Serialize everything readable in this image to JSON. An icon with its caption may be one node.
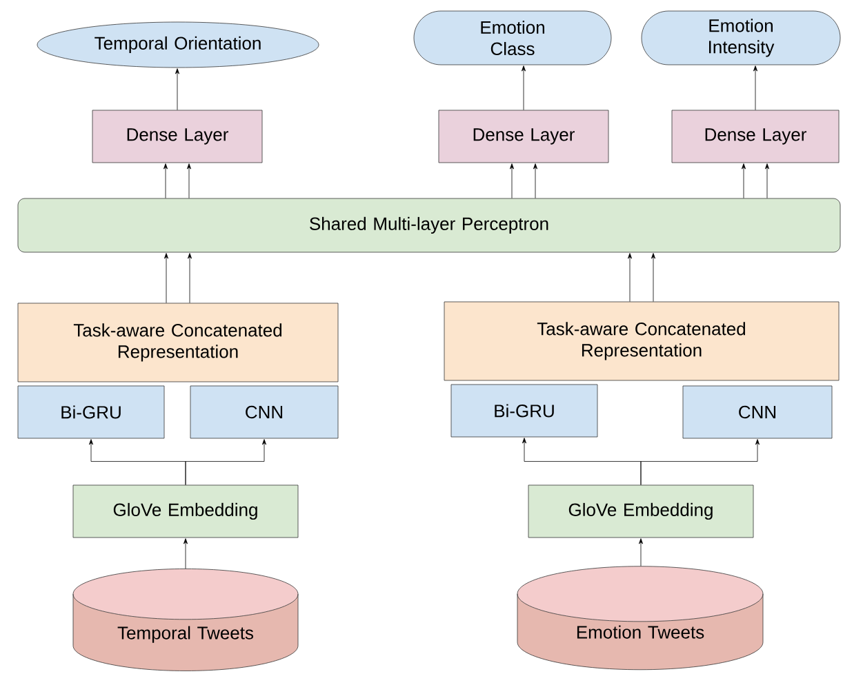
{
  "diagram": {
    "nodes": [
      {
        "text": [
          "Temporal Orientation"
        ]
      },
      {
        "text": [
          "Emotion Class"
        ]
      },
      {
        "text": [
          "Emotion Intensity"
        ]
      },
      {
        "text": [
          "Dense Layer"
        ]
      },
      {
        "text": [
          "Dense Layer"
        ]
      },
      {
        "text": [
          "Dense Layer"
        ]
      },
      {
        "text": [
          "Shared Multi-layer Perceptron"
        ]
      },
      {
        "text": [
          "Task-aware Concatenated Representation"
        ]
      },
      {
        "text": [
          "Bi-GRU"
        ]
      },
      {
        "text": [
          "CNN"
        ]
      },
      {
        "text": [
          "Task-aware Concatenated Representation"
        ]
      },
      {
        "text": [
          "Bi-GRU"
        ]
      },
      {
        "text": [
          "CNN"
        ]
      },
      {
        "text": [
          "GloVe Embedding"
        ]
      },
      {
        "text": [
          "GloVe Embedding"
        ]
      },
      {
        "text": [
          "Temporal Tweets"
        ]
      },
      {
        "text": [
          "Emotion Tweets"
        ]
      }
    ],
    "edges": [
      {
        "from": 15,
        "to": 13,
        "arrow": "to"
      },
      {
        "from": 16,
        "to": 14,
        "arrow": "to"
      },
      {
        "from": 13,
        "to": 8,
        "arrow": "to"
      },
      {
        "from": 13,
        "to": 9,
        "arrow": "to"
      },
      {
        "from": 14,
        "to": 11,
        "arrow": "to"
      },
      {
        "from": 14,
        "to": 12,
        "arrow": "to"
      },
      {
        "from": 7,
        "to": 6,
        "arrow": "to"
      },
      {
        "from": 7,
        "to": 6,
        "arrow": "to"
      },
      {
        "from": 10,
        "to": 6,
        "arrow": "to"
      },
      {
        "from": 10,
        "to": 6,
        "arrow": "to"
      },
      {
        "from": 6,
        "to": 3,
        "arrow": "to"
      },
      {
        "from": 6,
        "to": 3,
        "arrow": "to"
      },
      {
        "from": 6,
        "to": 4,
        "arrow": "to"
      },
      {
        "from": 6,
        "to": 4,
        "arrow": "to"
      },
      {
        "from": 6,
        "to": 5,
        "arrow": "to"
      },
      {
        "from": 6,
        "to": 5,
        "arrow": "to"
      },
      {
        "from": 3,
        "to": 0,
        "arrow": "to"
      },
      {
        "from": 4,
        "to": 1,
        "arrow": "to"
      },
      {
        "from": 5,
        "to": 2,
        "arrow": "to"
      }
    ]
  }
}
